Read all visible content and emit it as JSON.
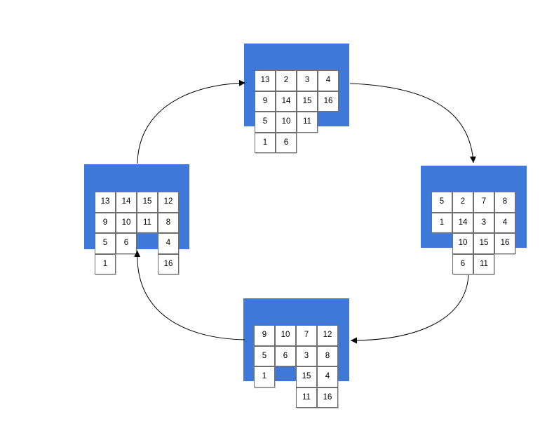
{
  "diagram": {
    "title": "puzzle-board-rotation-cycle",
    "colors": {
      "background": "#ffffff",
      "block": "#3e78d8",
      "cell_border": "#707070",
      "cell_fill": "#ffffff",
      "arrow": "#000000",
      "number_text": "#000000"
    },
    "boards": {
      "top": {
        "rows": [
          [
            "13",
            "2",
            "3",
            "4"
          ],
          [
            "9",
            "14",
            "15",
            "16"
          ],
          [
            "5",
            "10",
            "11",
            ""
          ],
          [
            "1",
            "6",
            "",
            ""
          ]
        ]
      },
      "right": {
        "rows": [
          [
            "5",
            "2",
            "7",
            "8"
          ],
          [
            "1",
            "14",
            "3",
            "4"
          ],
          [
            "",
            "10",
            "15",
            "16"
          ],
          [
            "",
            "6",
            "11",
            ""
          ]
        ]
      },
      "bottom": {
        "rows": [
          [
            "9",
            "10",
            "7",
            "12"
          ],
          [
            "5",
            "6",
            "3",
            "8"
          ],
          [
            "1",
            "",
            "15",
            "4"
          ],
          [
            "",
            "",
            "11",
            "16"
          ]
        ]
      },
      "left": {
        "rows": [
          [
            "13",
            "14",
            "15",
            "12"
          ],
          [
            "9",
            "10",
            "11",
            "8"
          ],
          [
            "5",
            "6",
            "",
            "4"
          ],
          [
            "1",
            "",
            "",
            "16"
          ]
        ]
      }
    },
    "arrows": [
      {
        "name": "left-to-top",
        "from": "left",
        "to": "top"
      },
      {
        "name": "top-to-right",
        "from": "top",
        "to": "right"
      },
      {
        "name": "right-to-bottom",
        "from": "right",
        "to": "bottom"
      },
      {
        "name": "bottom-to-left",
        "from": "bottom",
        "to": "left"
      }
    ]
  }
}
